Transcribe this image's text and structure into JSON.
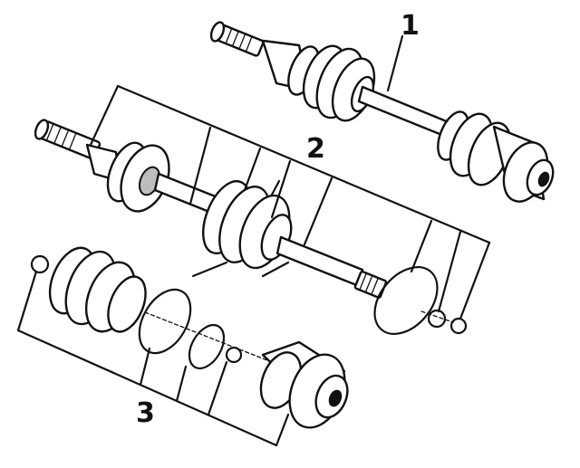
{
  "diagram": {
    "callouts": [
      {
        "id": "1",
        "text": "1"
      },
      {
        "id": "2",
        "text": "2"
      },
      {
        "id": "3",
        "text": "3"
      }
    ],
    "colors": {
      "line": "#111111",
      "background": "#ffffff",
      "shade": "#bdbdbd"
    }
  }
}
